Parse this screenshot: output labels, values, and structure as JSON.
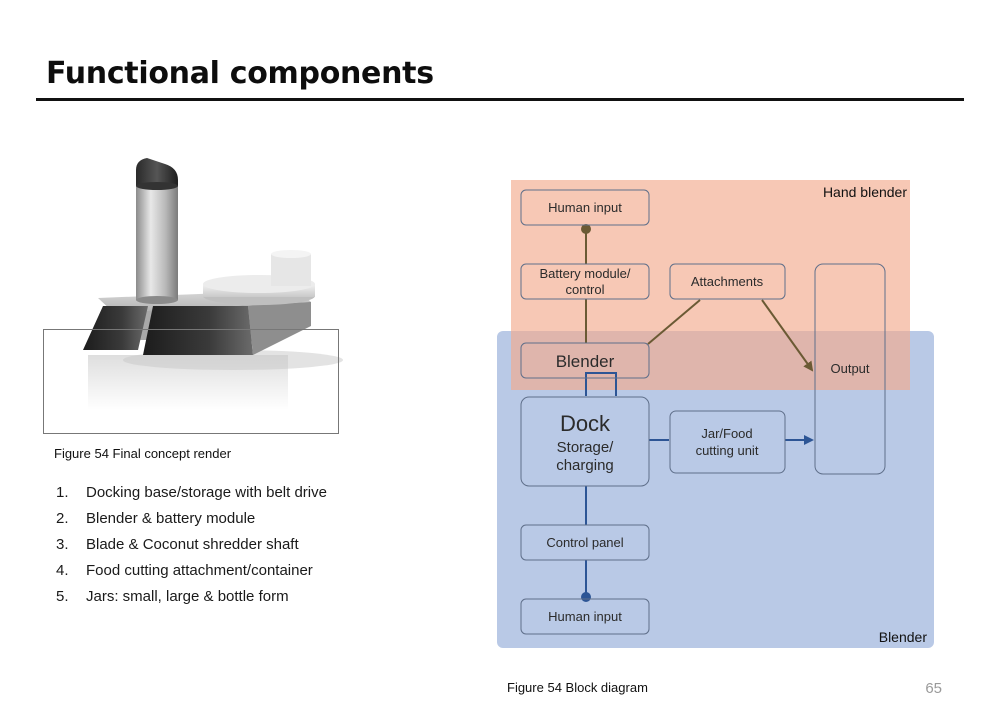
{
  "page": {
    "title": "Functional components",
    "page_number": "65"
  },
  "render_caption": "Figure 54 Final concept render",
  "features": [
    {
      "num": "1.",
      "text": "Docking base/storage with belt drive"
    },
    {
      "num": "2.",
      "text": "Blender & battery module"
    },
    {
      "num": "3.",
      "text": "Blade & Coconut shredder shaft"
    },
    {
      "num": "4.",
      "text": "Food cutting attachment/container"
    },
    {
      "num": "5.",
      "text": "Jars: small, large & bottle form"
    }
  ],
  "diagram": {
    "caption": "Figure 54 Block diagram",
    "regions": {
      "hand_blender": "Hand blender",
      "blender": "Blender"
    },
    "nodes": {
      "human_input_top": "Human input",
      "battery_line1": "Battery module/",
      "battery_line2": "control",
      "attachments": "Attachments",
      "blender": "Blender",
      "output": "Output",
      "dock_title": "Dock",
      "dock_line1": "Storage/",
      "dock_line2": "charging",
      "jar_line1": "Jar/Food",
      "jar_line2": "cutting unit",
      "control_panel": "Control panel",
      "human_input_bottom": "Human input"
    },
    "colors": {
      "hand_blender_region": "#f3ab8d",
      "blender_region": "#7f9cd2",
      "hand_blender_link": "#6b5a34",
      "blender_link": "#2d5595",
      "node_border": "#5f6f8a"
    }
  }
}
